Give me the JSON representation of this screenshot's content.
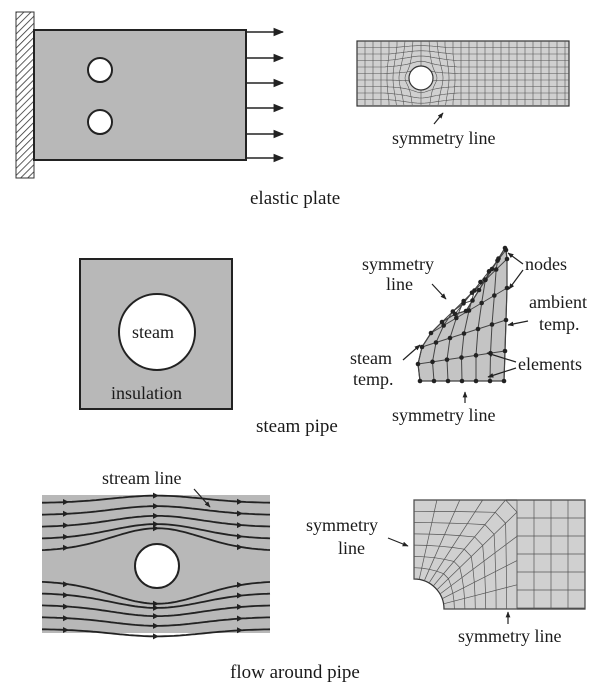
{
  "panels": {
    "elastic_plate": {
      "caption": "elastic plate",
      "symmetry_label": "symmetry line"
    },
    "steam_pipe": {
      "caption": "steam pipe",
      "steam_label": "steam",
      "insulation_label": "insulation",
      "symmetry_line_left_1": "symmetry",
      "symmetry_line_left_2": "line",
      "nodes_label": "nodes",
      "ambient_label_1": "ambient",
      "ambient_label_2": "temp.",
      "elements_label": "elements",
      "steam_temp_label_1": "steam",
      "steam_temp_label_2": "temp.",
      "symmetry_bottom_label": "symmetry line"
    },
    "flow_around_pipe": {
      "caption": "flow around pipe",
      "stream_line_label": "stream line",
      "symmetry_left_1": "symmetry",
      "symmetry_left_2": "line",
      "symmetry_bottom_label": "symmetry line"
    }
  },
  "colors": {
    "fill_gray": "#b8b8b8",
    "mesh_gray": "#d0d0d0",
    "stroke": "#2a2a2a"
  }
}
